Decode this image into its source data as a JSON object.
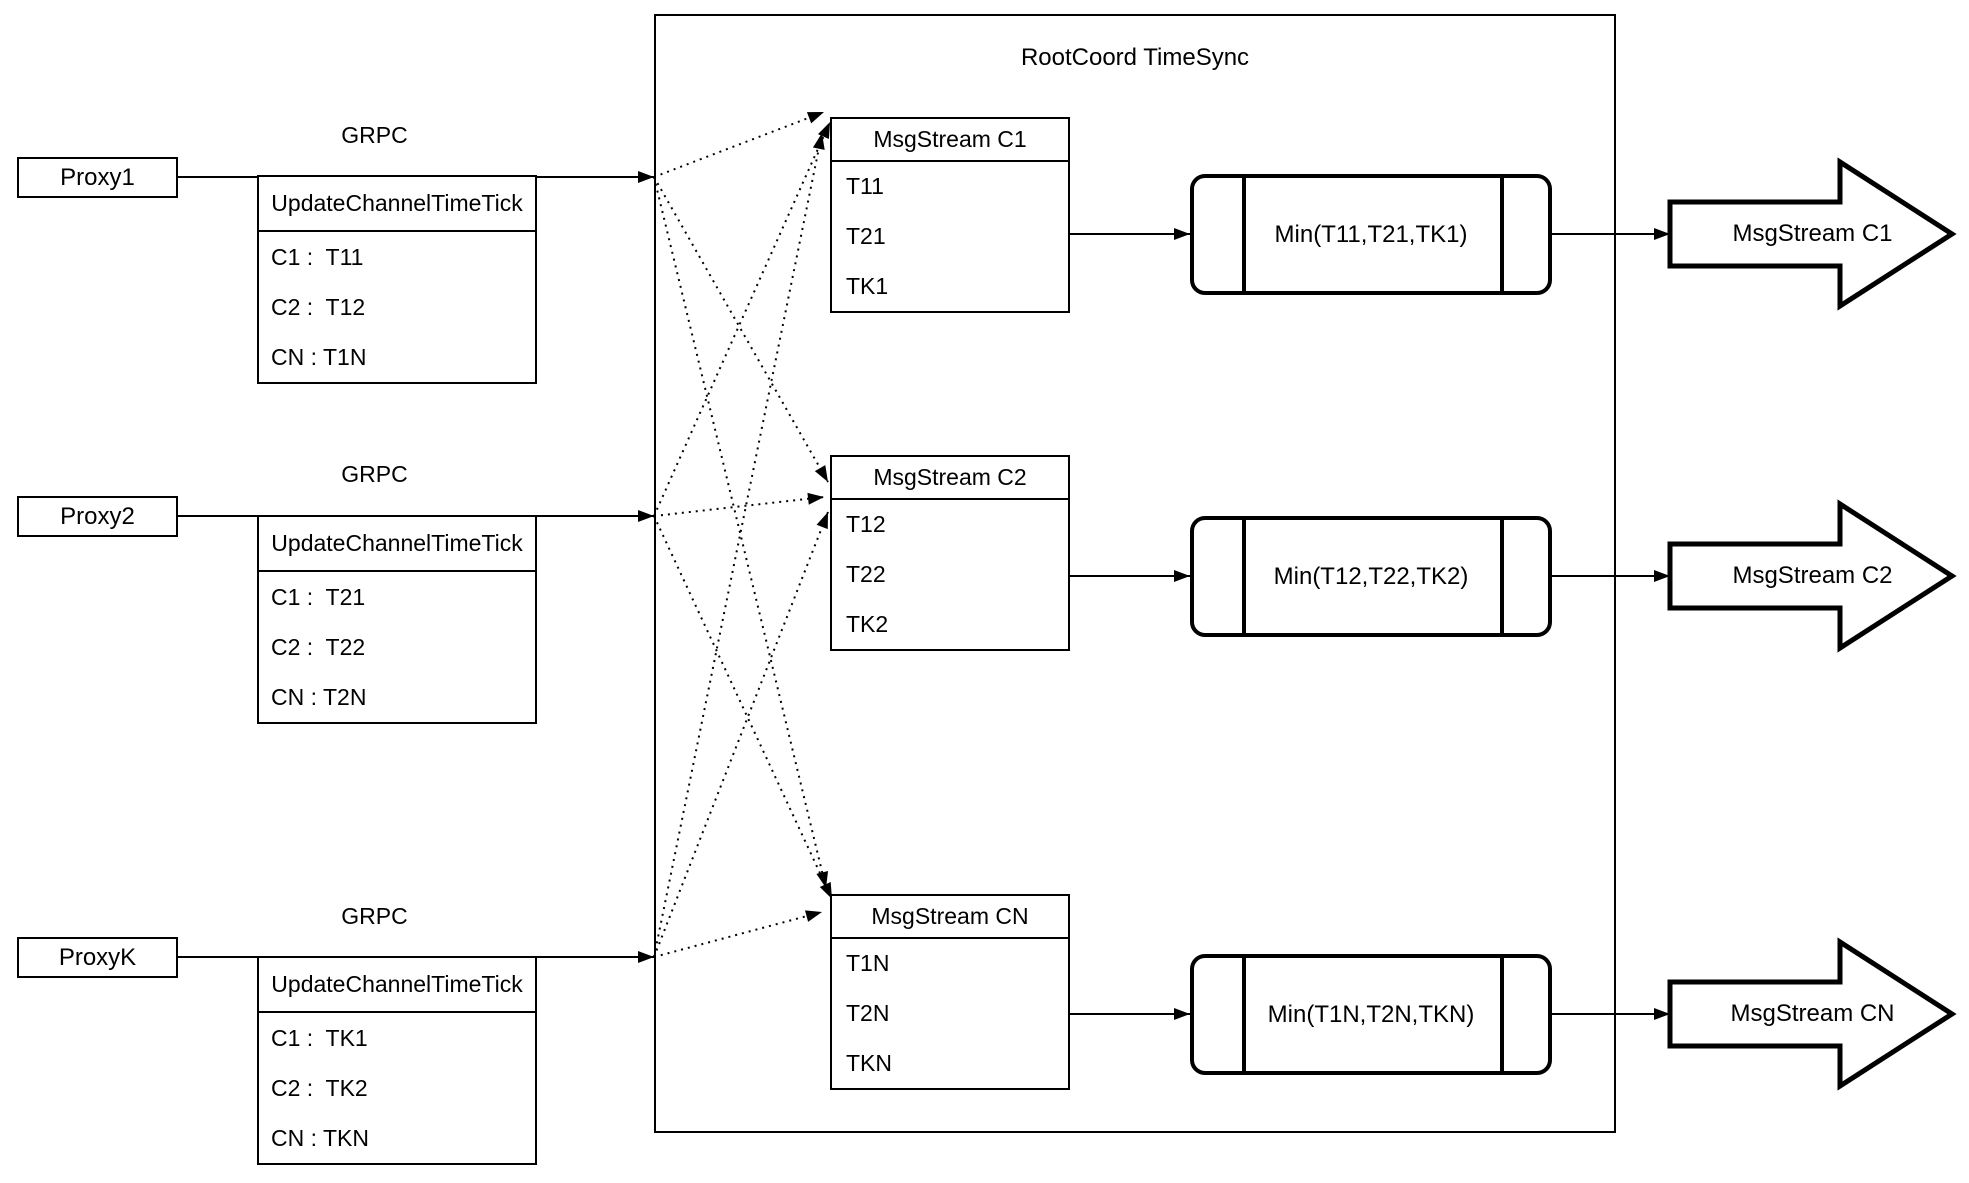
{
  "title": "RootCoord TimeSync",
  "colors": {
    "stroke": "#000000",
    "background": "#ffffff"
  },
  "rows": [
    {
      "proxy_label": "Proxy1",
      "grpc_label": "GRPC",
      "update_table": {
        "header": "UpdateChannelTimeTick",
        "entries": [
          "C1 :  T11",
          "C2 :  T12",
          "CN : T1N"
        ]
      },
      "msgstream_table": {
        "header": "MsgStream C1",
        "entries": [
          "T11",
          "T21",
          "TK1"
        ]
      },
      "min_label": "Min(T11,T21,TK1)",
      "output_label": "MsgStream C1"
    },
    {
      "proxy_label": "Proxy2",
      "grpc_label": "GRPC",
      "update_table": {
        "header": "UpdateChannelTimeTick",
        "entries": [
          "C1 :  T21",
          "C2 :  T22",
          "CN : T2N"
        ]
      },
      "msgstream_table": {
        "header": "MsgStream C2",
        "entries": [
          "T12",
          "T22",
          "TK2"
        ]
      },
      "min_label": "Min(T12,T22,TK2)",
      "output_label": "MsgStream C2"
    },
    {
      "proxy_label": "ProxyK",
      "grpc_label": "GRPC",
      "update_table": {
        "header": "UpdateChannelTimeTick",
        "entries": [
          "C1 :  TK1",
          "C2 :  TK2",
          "CN : TKN"
        ]
      },
      "msgstream_table": {
        "header": "MsgStream CN",
        "entries": [
          "T1N",
          "T2N",
          "TKN"
        ]
      },
      "min_label": "Min(T1N,T2N,TKN)",
      "output_label": "MsgStream CN"
    }
  ]
}
